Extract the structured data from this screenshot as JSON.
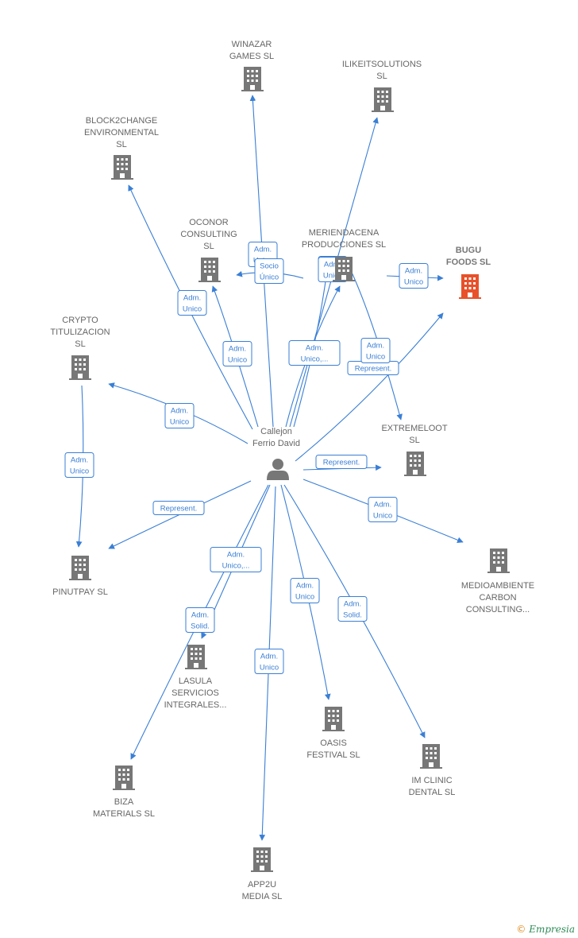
{
  "person": {
    "name_lines": [
      "Callejon",
      "Ferrio David"
    ]
  },
  "companies": [
    {
      "id": "winazar",
      "lines": [
        "WINAZAR",
        "GAMES  SL"
      ]
    },
    {
      "id": "ilike",
      "lines": [
        "ILIKEITSOLUTIONS",
        "SL"
      ]
    },
    {
      "id": "block2",
      "lines": [
        "BLOCK2CHANGE",
        "ENVIRONMENTAL",
        "SL"
      ]
    },
    {
      "id": "oconor",
      "lines": [
        "OCONOR",
        "CONSULTING",
        "SL"
      ]
    },
    {
      "id": "merienda",
      "lines": [
        "MERIENDACENA",
        "PRODUCCIONES SL"
      ]
    },
    {
      "id": "bugu",
      "lines": [
        "BUGU",
        "FOODS  SL"
      ],
      "focus": true
    },
    {
      "id": "crypto",
      "lines": [
        "CRYPTO",
        "TITULIZACION",
        "SL"
      ]
    },
    {
      "id": "extreme",
      "lines": [
        "EXTREMELOOT",
        "SL"
      ]
    },
    {
      "id": "pinut",
      "lines": [
        "PINUTPAY  SL"
      ]
    },
    {
      "id": "medio",
      "lines": [
        "MEDIOAMBIENTE",
        "CARBON",
        "CONSULTING..."
      ]
    },
    {
      "id": "lasula",
      "lines": [
        "LASULA",
        "SERVICIOS",
        "INTEGRALES..."
      ]
    },
    {
      "id": "oasis",
      "lines": [
        "OASIS",
        "FESTIVAL  SL"
      ]
    },
    {
      "id": "imclinic",
      "lines": [
        "IM CLINIC",
        "DENTAL  SL"
      ]
    },
    {
      "id": "biza",
      "lines": [
        "BIZA",
        "MATERIALS  SL"
      ]
    },
    {
      "id": "app2u",
      "lines": [
        "APP2U",
        "MEDIA  SL"
      ]
    }
  ],
  "relations": [
    {
      "to": "winazar",
      "label": [
        "Adm.",
        "Unico"
      ]
    },
    {
      "to": "oconor",
      "label": [
        "Socio",
        "Único"
      ]
    },
    {
      "to": "ilike",
      "label": [
        "Adm.",
        "Unico"
      ]
    },
    {
      "to": "block2",
      "label": [
        "Adm.",
        "Unico"
      ]
    },
    {
      "to": "oconor",
      "label": [
        "Adm.",
        "Unico"
      ]
    },
    {
      "to": "merienda",
      "label": [
        "Adm.",
        "Unico,..."
      ]
    },
    {
      "to": "merienda",
      "label": [
        "Adm.",
        "Unico"
      ]
    },
    {
      "to": "bugu",
      "label": [
        "Represent."
      ]
    },
    {
      "to": "bugu",
      "label": [
        "Adm.",
        "Unico"
      ]
    },
    {
      "to": "crypto",
      "label": [
        "Adm.",
        "Unico"
      ]
    },
    {
      "to": "pinut",
      "label": [
        "Adm.",
        "Unico"
      ]
    },
    {
      "to": "extreme",
      "label": [
        "Adm.",
        "Unico"
      ]
    },
    {
      "to": "extreme",
      "label": [
        "Represent."
      ]
    },
    {
      "to": "pinut",
      "label": [
        "Represent."
      ]
    },
    {
      "to": "medio",
      "label": [
        "Adm.",
        "Unico"
      ]
    },
    {
      "to": "lasula",
      "label": [
        "Adm.",
        "Unico,..."
      ]
    },
    {
      "to": "biza",
      "label": [
        "Adm.",
        "Solid."
      ]
    },
    {
      "to": "oasis",
      "label": [
        "Adm.",
        "Unico"
      ]
    },
    {
      "to": "imclinic",
      "label": [
        "Adm.",
        "Solid."
      ]
    },
    {
      "to": "app2u",
      "label": [
        "Adm.",
        "Unico"
      ]
    }
  ],
  "colors": {
    "edge": "#3a7fd5",
    "building": "#777777",
    "focus": "#e8512a",
    "text": "#666666"
  },
  "footer": {
    "symbol": "©",
    "brand": "Empresia"
  }
}
